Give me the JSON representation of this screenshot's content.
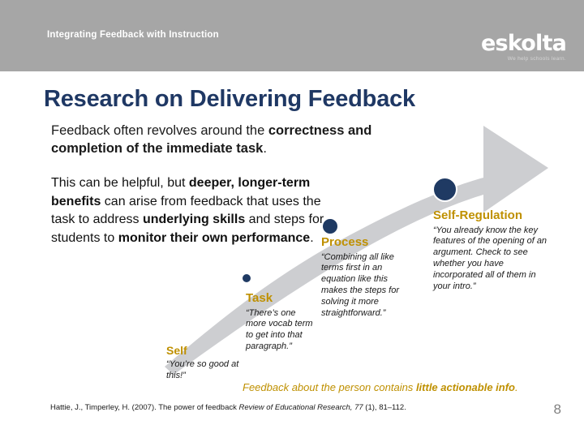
{
  "header": {
    "eyebrow": "Integrating Feedback with Instruction",
    "logo_word": "eskolta",
    "logo_tagline": "We help schools learn.",
    "band_color": "#a6a6a6"
  },
  "title": "Research on Delivering Feedback",
  "lead": {
    "part1": "Feedback often revolves around the ",
    "bold1": "correctness",
    "part2": " ",
    "bold2": "and completion of the immediate task",
    "part3": "."
  },
  "body": {
    "t1": "This can be helpful, but ",
    "b1": "deeper, longer-term benefits",
    "t2": " can arise from feedback that uses the task to address ",
    "b2": "underlying skills",
    "t3": " and steps for students to ",
    "b3": "monitor their own performance",
    "t4": "."
  },
  "stages": [
    {
      "id": "self",
      "label": "Self",
      "quote": "“You’re so good at this!”"
    },
    {
      "id": "task",
      "label": "Task",
      "quote": "“There’s one more vocab term to get into that paragraph.”"
    },
    {
      "id": "process",
      "label": "Process",
      "quote": "“Combining all like terms first in an equation like this makes the steps for solving it more straightforward.”"
    },
    {
      "id": "self-regulation",
      "label": "Self-Regulation",
      "quote": "“You already know the key features of the opening of an argument. Check to see whether you have incorporated all of them in your intro.”"
    }
  ],
  "takeaway": {
    "text": "Feedback about the person contains ",
    "bold": "little actionable info",
    "tail": "."
  },
  "citation": {
    "plain1": "Hattie, J., Timperley, H. (2007). The power of feedback ",
    "italic": "Review of Educational Research, 77",
    "plain2": " (1), 81–112."
  },
  "page_number": "8",
  "colors": {
    "title_navy": "#1f3864",
    "dot_navy": "#1f3a63",
    "arrow_gray": "#cdced1",
    "label_gold": "#bf9000",
    "header_gray": "#a6a6a6"
  }
}
